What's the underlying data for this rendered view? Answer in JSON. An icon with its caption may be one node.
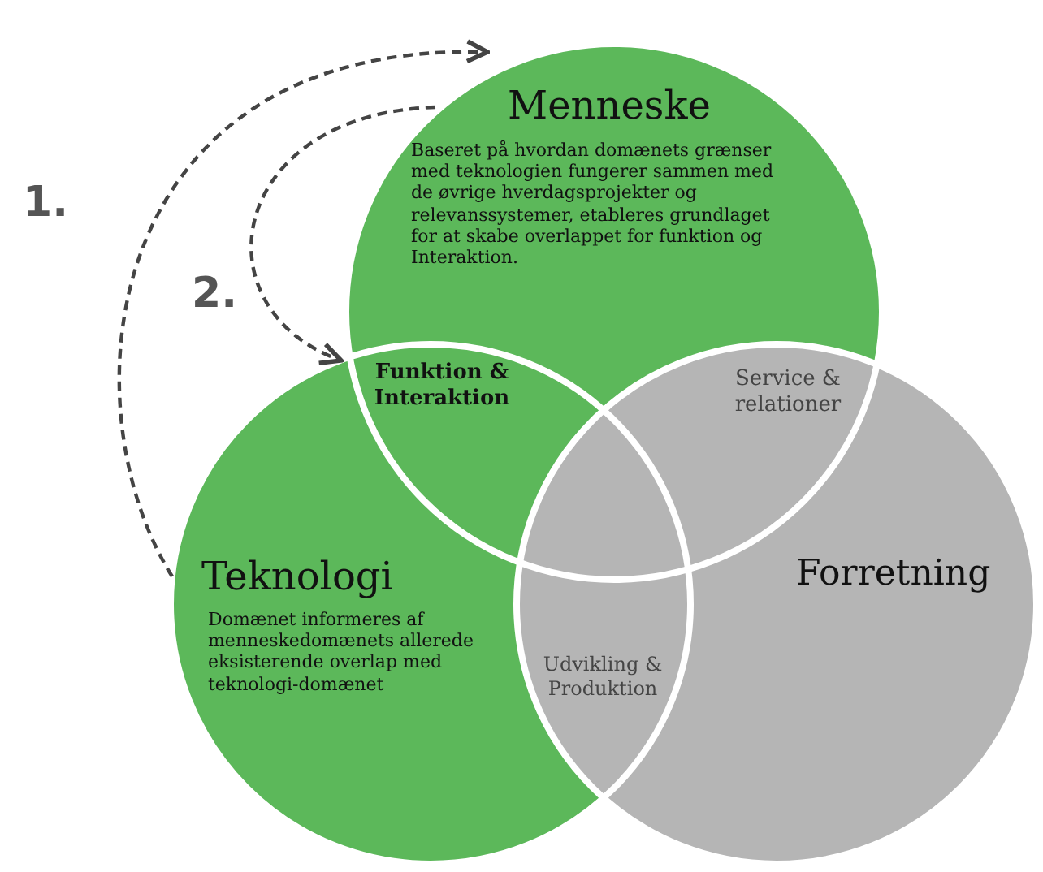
{
  "diagram": {
    "nodes": [
      {
        "text": [
          "Menneske",
          "Baseret på hvordan domænets grænser med teknologien fungerer sammen med de øvrige hverdagsprojekter og relevanssystemer, etableres grundlaget for at skabe overlappet for funktion og Interaktion."
        ]
      },
      {
        "text": [
          "Teknologi",
          "Domænet informeres af menneskedomænets allerede eksisterende overlap med teknologi-domænet"
        ]
      },
      {
        "text": [
          "Forretning"
        ]
      },
      {
        "text": [
          "Funktion & Interaktion"
        ]
      },
      {
        "text": [
          "Service & relationer"
        ]
      },
      {
        "text": [
          "Udvikling & Produktion"
        ]
      }
    ],
    "edges": [
      {
        "from": 1,
        "to": 0,
        "arrow": "to",
        "style": "dashed",
        "label": "1."
      },
      {
        "from": 0,
        "to": 3,
        "arrow": "to",
        "style": "dashed",
        "label": "2."
      }
    ]
  }
}
